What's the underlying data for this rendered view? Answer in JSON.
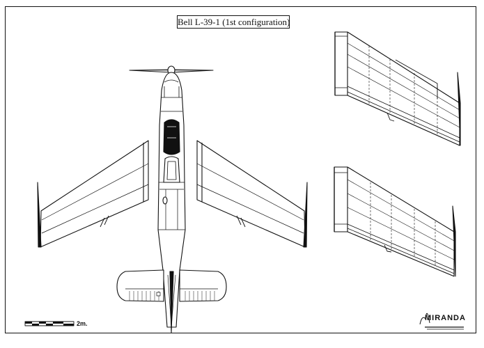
{
  "drawing": {
    "title": "Bell L-39-1 (1st configuration)",
    "scale_label": "2m.",
    "signature": "MIRANDA"
  },
  "colors": {
    "ink": "#111111",
    "paper": "#ffffff"
  }
}
